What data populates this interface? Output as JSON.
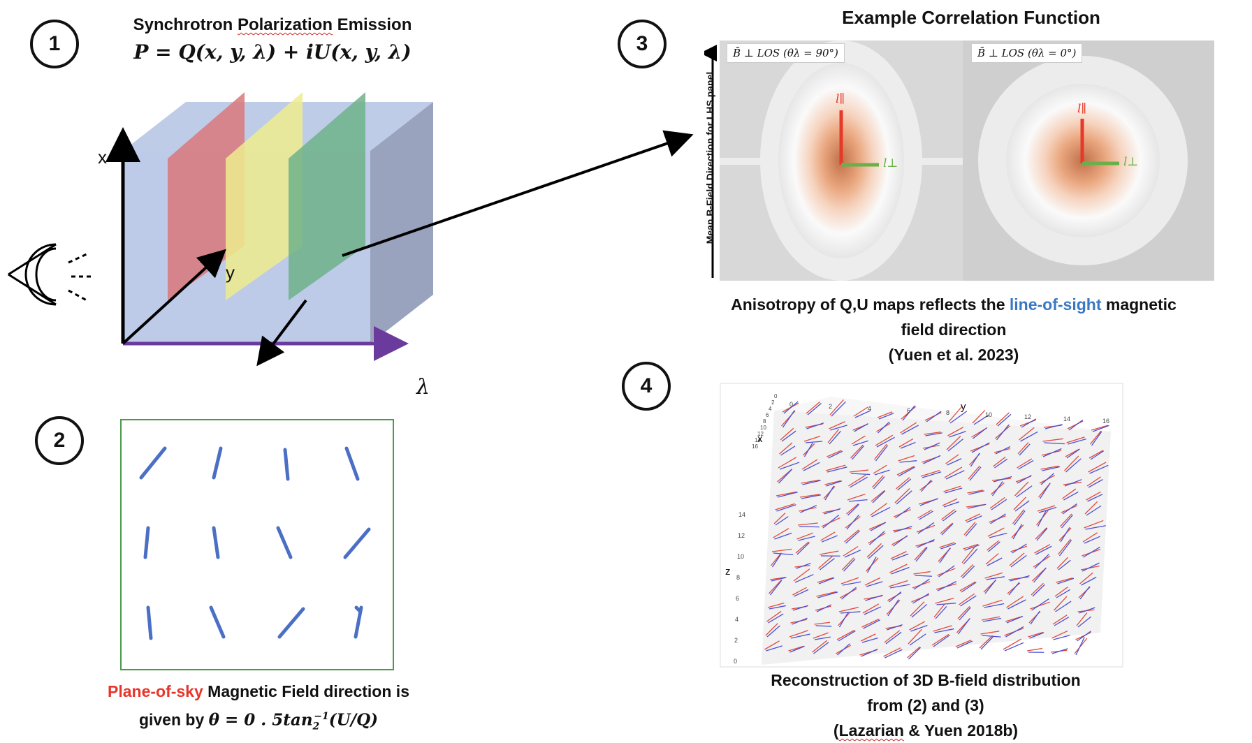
{
  "panel1": {
    "number": "1",
    "title_pre": "Synchrotron ",
    "title_underlined": "Polarization",
    "title_post": " Emission",
    "equation": "P = Q(x, y, λ) + iU(x, y, λ)",
    "axis_x": "x",
    "axis_y": "y",
    "axis_lambda": "λ"
  },
  "panel2": {
    "number": "2",
    "caption_red": "Plane-of-sky",
    "caption_rest": " Magnetic Field direction is",
    "caption_line2_pre": "given by ",
    "caption_line2_math": "θ = 0 . 5tan",
    "caption_line2_sub": "2",
    "caption_line2_sup": "−1",
    "caption_line2_tail": "(U/Q)"
  },
  "panel3": {
    "number": "3",
    "title": "Example Correlation Function",
    "left_label": "B̄ ⊥ LOS (θλ = 90°)",
    "right_label": "B̄ ⊥ LOS (θλ = 0°)",
    "y_axis_label": "Mean B-Field Direction for LHS panel",
    "l_par": "l∥",
    "l_perp": "l⊥",
    "caption_pre": "Anisotropy of Q,U maps reflects the ",
    "caption_blue": "line-of-sight",
    "caption_post": " magnetic",
    "caption_line2": "field direction",
    "caption_line3": "(Yuen et al. 2023)"
  },
  "panel4": {
    "number": "4",
    "axis_y": "y",
    "axis_x": "x",
    "axis_z": "z",
    "y_ticks": [
      "0",
      "2",
      "4",
      "6",
      "8",
      "10",
      "12",
      "14",
      "16"
    ],
    "x_ticks": [
      "0",
      "2",
      "4",
      "6",
      "8",
      "10",
      "12",
      "14",
      "16"
    ],
    "z_ticks": [
      "0",
      "2",
      "4",
      "6",
      "8",
      "10",
      "12",
      "14"
    ],
    "caption_line1": "Reconstruction of 3D B-field distribution",
    "caption_line2": "from (2) and (3)",
    "caption_line3_pre": "(",
    "caption_line3_underlined": "Lazarian",
    "caption_line3_post": " & Yuen 2018b)"
  },
  "colors": {
    "cube": "#b7c6e6",
    "plane_red": "#d9787a",
    "plane_yellow": "#eeec8e",
    "plane_green": "#6fb28a",
    "vector_blue": "#4a6fc4",
    "lambda_axis": "#6a3b9c",
    "box_green": "#4a9a4a"
  }
}
